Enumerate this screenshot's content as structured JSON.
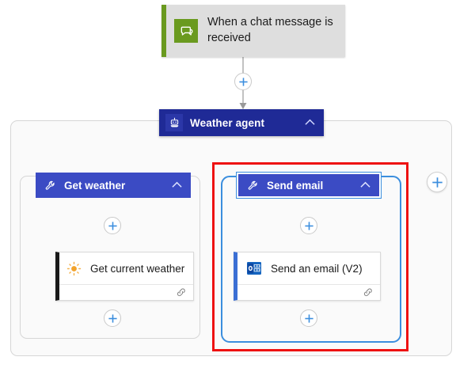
{
  "flow": {
    "trigger": {
      "label": "When a chat message is received",
      "icon": "chat-message-icon",
      "accent_color": "#6a9a1f"
    },
    "agent": {
      "label": "Weather agent",
      "icon": "robot-icon",
      "collapse_icon": "chevron-up-icon",
      "color": "#1f2a96"
    },
    "tools": [
      {
        "label": "Get weather",
        "icon": "wrench-icon",
        "collapse_icon": "chevron-up-icon",
        "color": "#3b4bc4",
        "selected": false,
        "action": {
          "label": "Get current weather",
          "icon": "sun-icon",
          "footer_icon": "link-icon",
          "accent_color": "#1a1a1a"
        }
      },
      {
        "label": "Send email",
        "icon": "wrench-icon",
        "collapse_icon": "chevron-up-icon",
        "color": "#3b4bc4",
        "selected": true,
        "action": {
          "label": "Send an email (V2)",
          "icon": "outlook-icon",
          "footer_icon": "link-icon",
          "accent_color": "#3b6fd4"
        }
      }
    ],
    "add_buttons": [
      {
        "name": "add-step-after-trigger",
        "icon": "plus-icon"
      },
      {
        "name": "add-step-in-get-weather-top",
        "icon": "plus-icon"
      },
      {
        "name": "add-step-in-send-email-top",
        "icon": "plus-icon"
      },
      {
        "name": "add-step-in-get-weather-bottom",
        "icon": "plus-icon"
      },
      {
        "name": "add-step-in-send-email-bottom",
        "icon": "plus-icon"
      },
      {
        "name": "add-tool-to-agent",
        "icon": "plus-icon"
      }
    ],
    "highlight": {
      "name": "send-email-highlight",
      "color": "#ee1111"
    },
    "colors": {
      "plus_blue": "#3b8ede",
      "connector_gray": "#b3b3b3",
      "group_background": "#fafafa",
      "group_border": "#d6d6d6",
      "selection_blue": "#3b8ede"
    }
  }
}
